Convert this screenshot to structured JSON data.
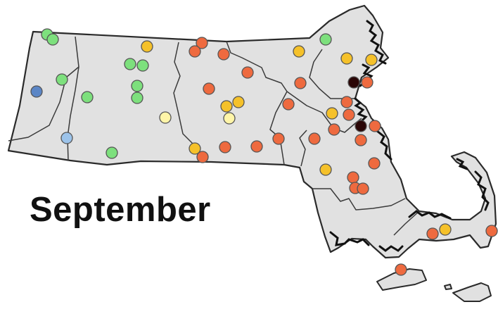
{
  "map": {
    "label": "September",
    "palette": {
      "blue": "#5b86c6",
      "light_blue": "#9cc3ea",
      "green": "#7de07d",
      "pale_yellow": "#fff5a8",
      "yellow": "#f5c12a",
      "orange": "#ee6a3f",
      "dark": "#2a0606"
    },
    "sites": [
      {
        "color": "green"
      },
      {
        "color": "green"
      },
      {
        "color": "green"
      },
      {
        "color": "blue"
      },
      {
        "color": "light_blue"
      },
      {
        "color": "green"
      },
      {
        "color": "green"
      },
      {
        "color": "green"
      },
      {
        "color": "green"
      },
      {
        "color": "green"
      },
      {
        "color": "green"
      },
      {
        "color": "yellow"
      },
      {
        "color": "pale_yellow"
      },
      {
        "color": "orange"
      },
      {
        "color": "orange"
      },
      {
        "color": "orange"
      },
      {
        "color": "orange"
      },
      {
        "color": "orange"
      },
      {
        "color": "yellow"
      },
      {
        "color": "yellow"
      },
      {
        "color": "pale_yellow"
      },
      {
        "color": "yellow"
      },
      {
        "color": "orange"
      },
      {
        "color": "orange"
      },
      {
        "color": "orange"
      },
      {
        "color": "orange"
      },
      {
        "color": "yellow"
      },
      {
        "color": "green"
      },
      {
        "color": "yellow"
      },
      {
        "color": "yellow"
      },
      {
        "color": "orange"
      },
      {
        "color": "dark"
      },
      {
        "color": "orange"
      },
      {
        "color": "orange"
      },
      {
        "color": "yellow"
      },
      {
        "color": "orange"
      },
      {
        "color": "orange"
      },
      {
        "color": "orange"
      },
      {
        "color": "orange"
      },
      {
        "color": "dark"
      },
      {
        "color": "orange"
      },
      {
        "color": "orange"
      },
      {
        "color": "orange"
      },
      {
        "color": "yellow"
      },
      {
        "color": "orange"
      },
      {
        "color": "orange"
      },
      {
        "color": "orange"
      },
      {
        "color": "orange"
      },
      {
        "color": "orange"
      },
      {
        "color": "yellow"
      },
      {
        "color": "orange"
      }
    ]
  }
}
